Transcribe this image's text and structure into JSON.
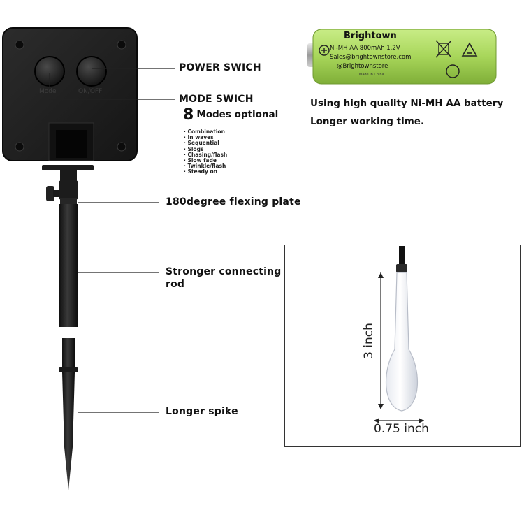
{
  "callouts": {
    "power_switch": "POWER SWICH",
    "mode_switch": "MODE SWICH",
    "modes_count": "8",
    "modes_text": "Modes optional",
    "modes_list": [
      "· Combination",
      "· In waves",
      "· Sequential",
      "· Slogs",
      "· Chasing/flash",
      "· Slow fade",
      "· Twinkle/flash",
      "· Steady on"
    ],
    "flex_plate": "180degree flexing plate",
    "rod_line1": "Stronger connecting",
    "rod_line2": "rod",
    "spike": "Longer spike"
  },
  "device": {
    "button_left": "Mode",
    "button_right": "ON/OFF"
  },
  "battery": {
    "brand": "Brightown",
    "spec": "Ni-MH AA 800mAh 1.2V",
    "email": "Sales@brightownstore.com",
    "store": "@Brightownstore",
    "origin": "Made in China",
    "caption_line1": "Using high quality Ni-MH AA battery",
    "caption_line2": "Longer working time."
  },
  "inset": {
    "height_label": "3 inch",
    "width_label": "0.75 inch"
  },
  "colors": {
    "battery_green": "#a8d65a",
    "device_body": "#1f1f1f"
  }
}
